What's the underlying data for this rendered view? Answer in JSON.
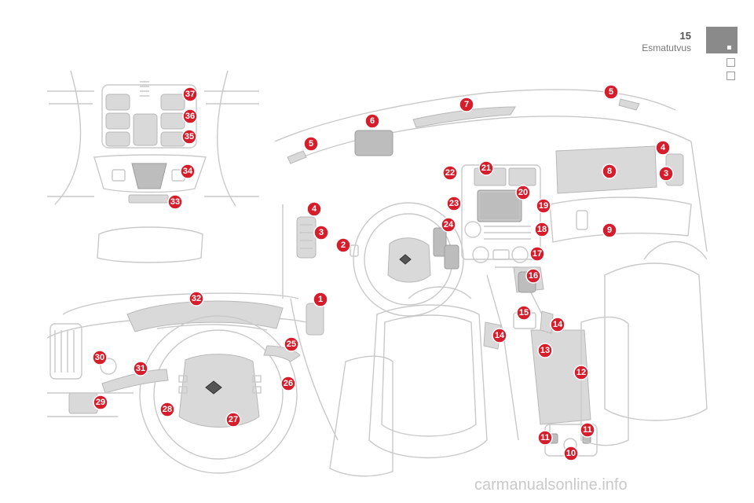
{
  "header": {
    "page_number": "15",
    "section_title": "Esmatutvus"
  },
  "callouts": [
    "1",
    "2",
    "3",
    "3",
    "4",
    "4",
    "5",
    "5",
    "6",
    "7",
    "8",
    "9",
    "10",
    "11",
    "11",
    "12",
    "13",
    "14",
    "14",
    "15",
    "16",
    "17",
    "18",
    "19",
    "20",
    "21",
    "22",
    "23",
    "24",
    "25",
    "26",
    "27",
    "28",
    "29",
    "30",
    "31",
    "32",
    "33",
    "34",
    "35",
    "36",
    "37"
  ],
  "watermark": "carmanualsonline.info",
  "colors": {
    "callout_fill": "#d51d2b",
    "line": "#c9c9c9",
    "highlight": "#d9d9d9",
    "tab": "#8a8a8a"
  }
}
